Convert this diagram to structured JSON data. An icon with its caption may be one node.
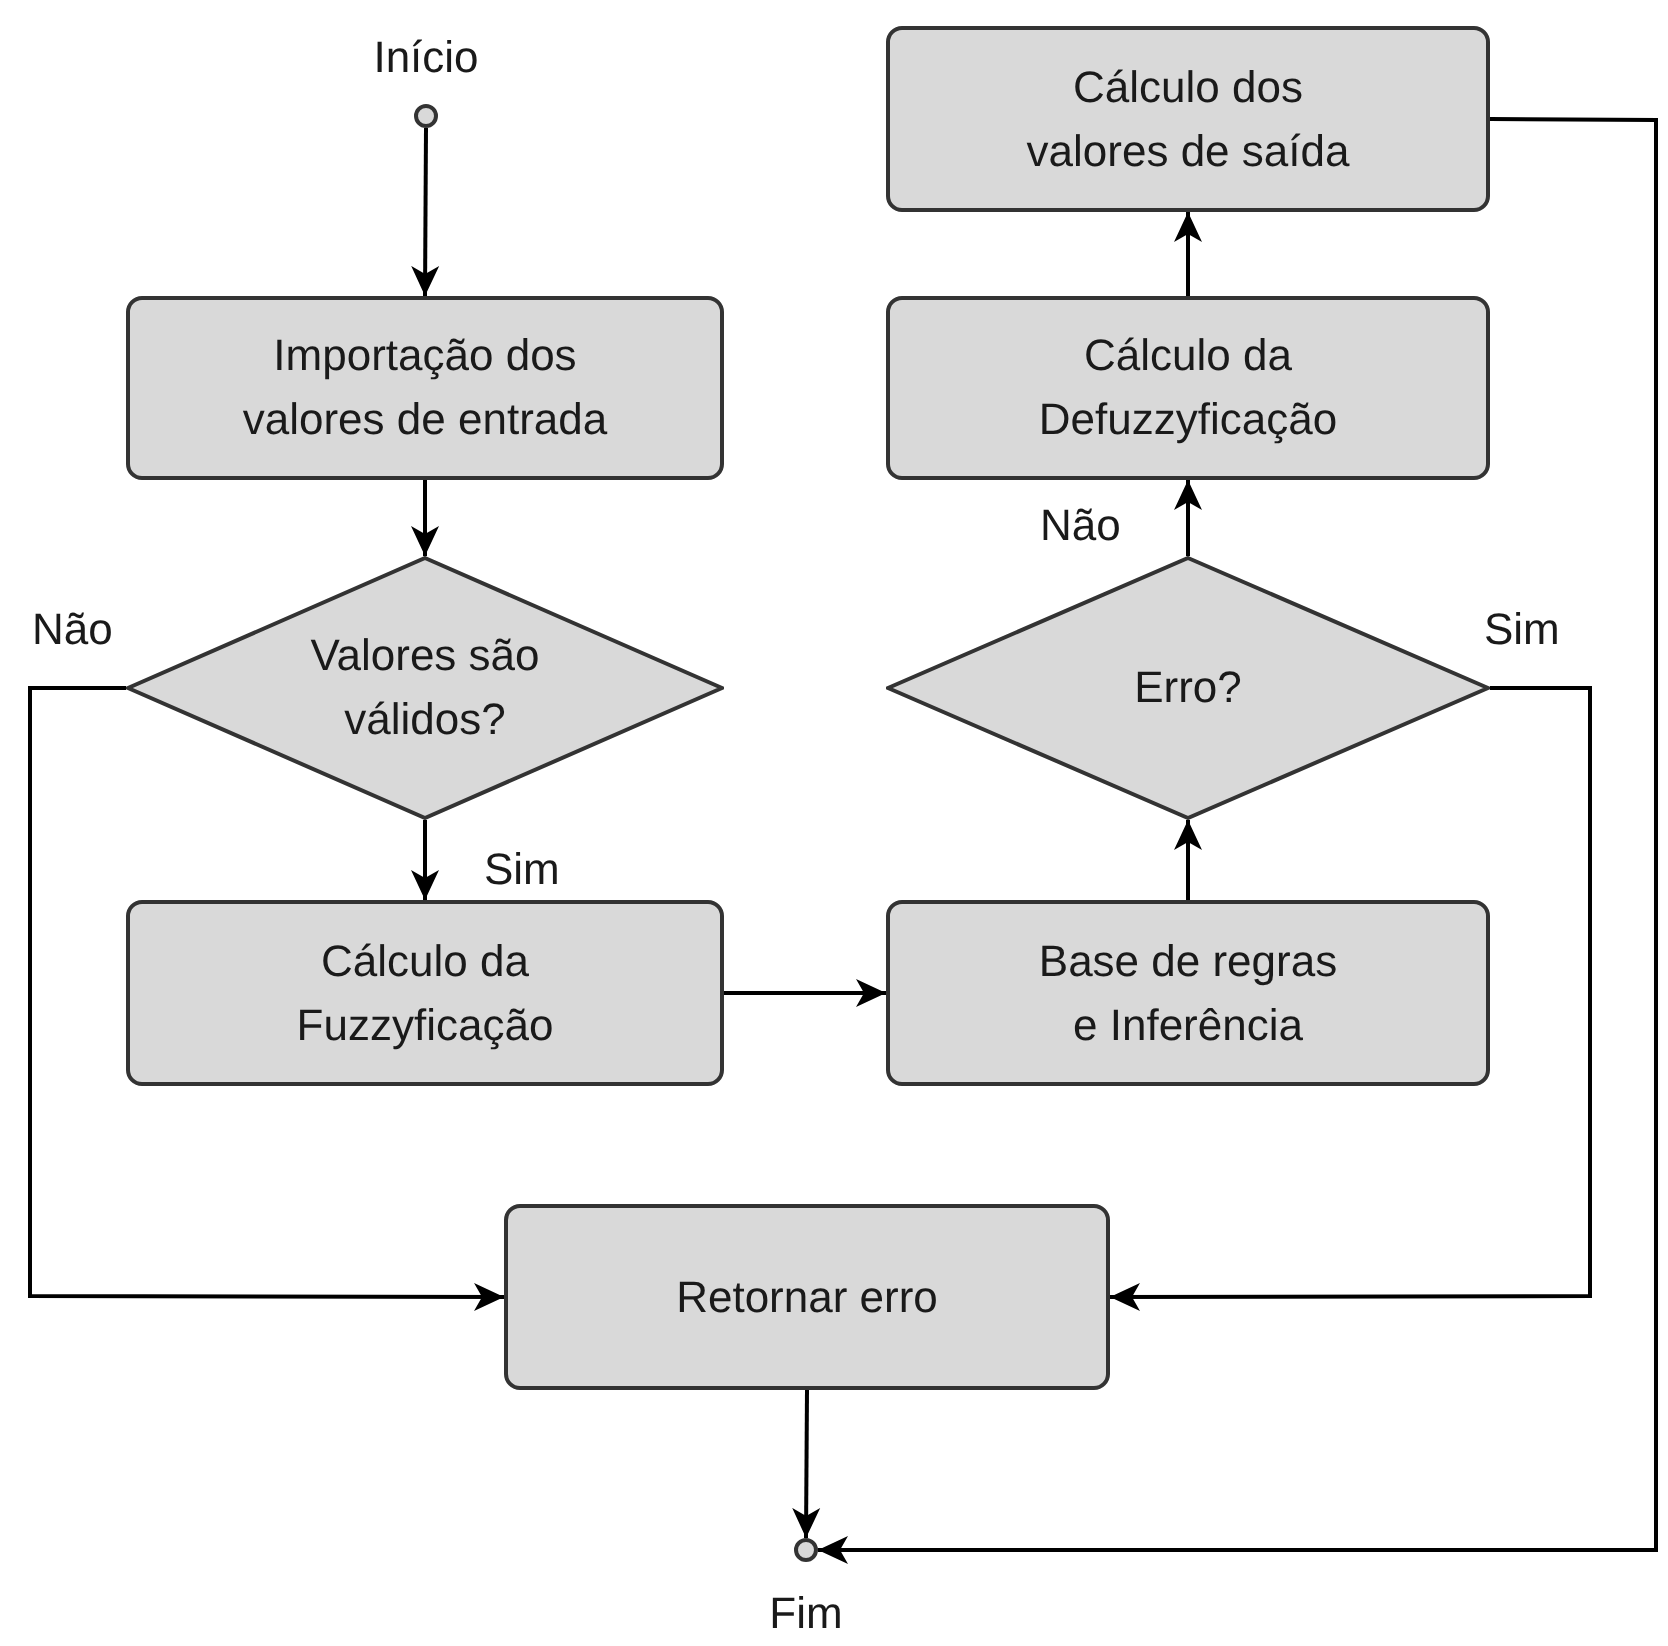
{
  "diagram": {
    "nodes": [
      {
        "text": [],
        "shape": "circle",
        "beside": [
          "Início"
        ]
      },
      {
        "text": [
          "Importação dos valores de entrada"
        ]
      },
      {
        "text": [
          "Valores são válidos?"
        ]
      },
      {
        "text": [
          "Cálculo da Fuzzyficação"
        ]
      },
      {
        "text": [
          "Base de regras e Inferência"
        ]
      },
      {
        "text": [
          "Erro?"
        ]
      },
      {
        "text": [
          "Cálculo da Defuzzyficação"
        ]
      },
      {
        "text": [
          "Cálculo dos valores de saída"
        ]
      },
      {
        "text": [
          "Retornar erro"
        ]
      },
      {
        "text": [],
        "shape": "circle",
        "beside": [
          "Fim"
        ]
      }
    ],
    "edges": [
      {
        "from": 0,
        "to": 1,
        "arrow": "to"
      },
      {
        "from": 1,
        "to": 2,
        "arrow": "to"
      },
      {
        "from": 2,
        "to": 3,
        "arrow": "to",
        "label": "Sim"
      },
      {
        "from": 2,
        "to": 8,
        "arrow": "to",
        "label": "Não"
      },
      {
        "from": 3,
        "to": 4,
        "arrow": "to"
      },
      {
        "from": 4,
        "to": 5,
        "arrow": "to"
      },
      {
        "from": 5,
        "to": 6,
        "arrow": "to",
        "label": "Não"
      },
      {
        "from": 5,
        "to": 8,
        "arrow": "to",
        "label": "Sim"
      },
      {
        "from": 6,
        "to": 7,
        "arrow": "to"
      },
      {
        "from": 7,
        "to": 9,
        "arrow": "to"
      },
      {
        "from": 8,
        "to": 9,
        "arrow": "to"
      }
    ]
  }
}
